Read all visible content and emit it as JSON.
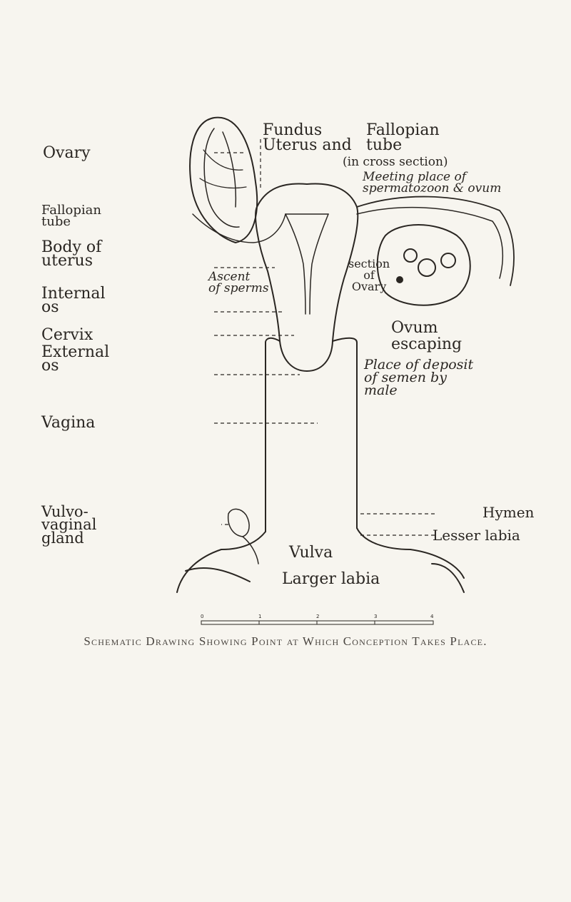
{
  "labels": {
    "ovary": "Ovary",
    "fallopian_tube_left": "Fallopian\ntube",
    "body_of_uterus": "Body of\nuterus",
    "internal_os": "Internal\nos",
    "cervix": "Cervix",
    "external_os": "External\nos",
    "vagina": "Vagina",
    "vulvo_vaginal_gland": "Vulvo-\nvaginal\ngland",
    "fundus_uterus": "Fundus\nUterus and",
    "fallopian_tube_right": "Fallopian\ntube",
    "cross_section": "(in cross section)",
    "meeting_place": "Meeting place of\nspermatozoon & ovum",
    "ascent_of_sperms": "Ascent\nof sperms",
    "section_of_ovary": "section\nof\nOvary",
    "ovum_escaping": "Ovum\nescaping",
    "place_of_deposit": "Place of deposit\nof semen by\nmale",
    "hymen": "Hymen",
    "lesser_labia": "Lesser labia",
    "vulva": "Vulva",
    "larger_labia": "Larger labia"
  },
  "scale": {
    "ticks": [
      "0",
      "1",
      "2",
      "3",
      "4"
    ]
  },
  "caption": "Schematic Drawing Showing Point at Which Conception Takes Place."
}
